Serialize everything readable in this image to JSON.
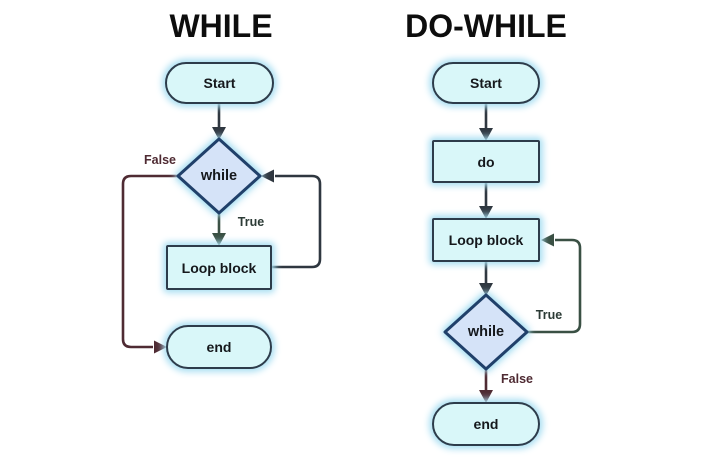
{
  "diagrams": {
    "while": {
      "title": "WHILE",
      "nodes": {
        "start": "Start",
        "condition": "while",
        "loop_block": "Loop block",
        "end": "end"
      },
      "edges": {
        "true_label": "True",
        "false_label": "False"
      }
    },
    "do_while": {
      "title": "DO-WHILE",
      "nodes": {
        "start": "Start",
        "do": "do",
        "loop_block": "Loop block",
        "condition": "while",
        "end": "end"
      },
      "edges": {
        "true_label": "True",
        "false_label": "False"
      }
    }
  },
  "colors": {
    "node_fill": "#d9f7f9",
    "diamond_fill": "#d5e3f8",
    "node_border": "#2d3c4b",
    "diamond_border": "#20406a",
    "node_text": "#15181c",
    "edge": "#2f3740",
    "edge_true": "#3a5044",
    "edge_false": "#4f2b33",
    "glow": "#aadff2",
    "label_true": "#2c3b36",
    "label_false": "#4f2b33",
    "title_color": "#0d0d0d"
  }
}
